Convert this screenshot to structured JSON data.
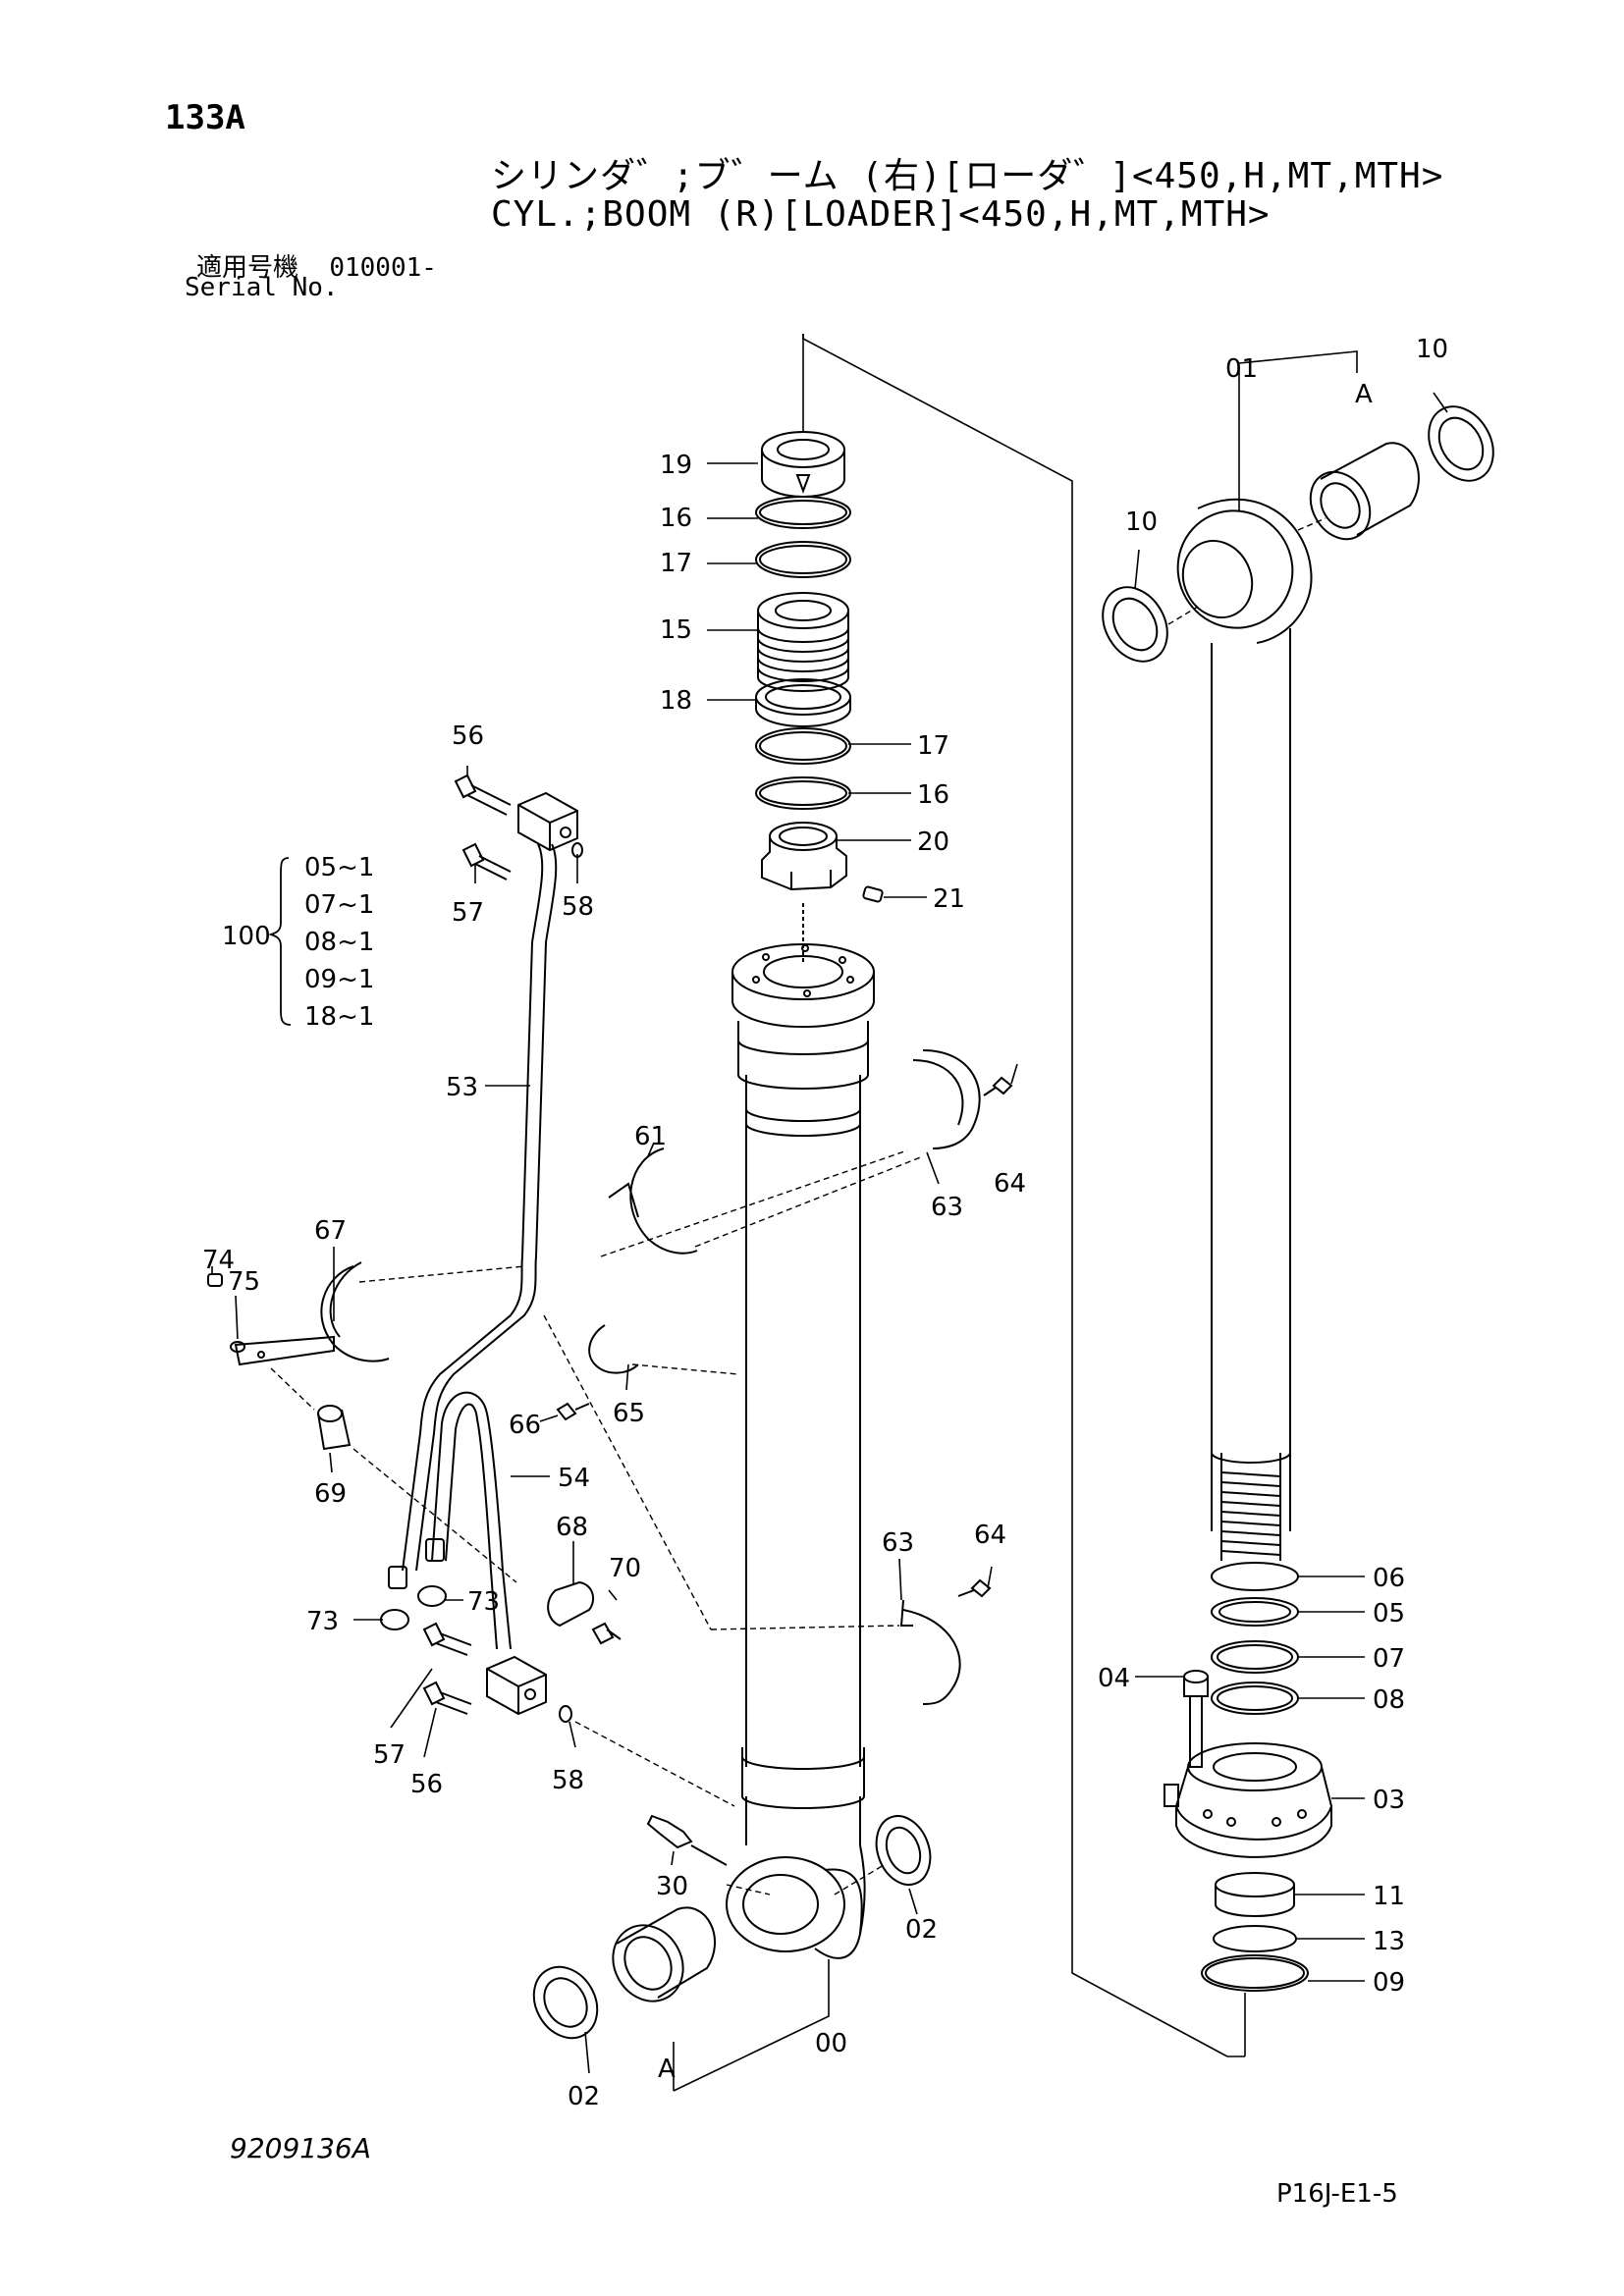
{
  "header": {
    "page_code": "133A",
    "title_jp": "シリンダ゛;ブ゛ーム (右)[ローダ゛]<450,H,MT,MTH>",
    "title_en": "CYL.;BOOM (R)[LOADER]<450,H,MT,MTH>",
    "serial_label_jp": "適用号機",
    "serial_value": "010001-",
    "serial_label_en": "Serial No."
  },
  "footer": {
    "doc_id": "9209136A",
    "page_ref": "P16J-E1-5"
  },
  "kit": {
    "label": "100",
    "items": [
      "05~1",
      "07~1",
      "08~1",
      "09~1",
      "18~1"
    ]
  },
  "callouts": {
    "c19": "19",
    "c16a": "16",
    "c17a": "17",
    "c15": "15",
    "c18": "18",
    "c17b": "17",
    "c16b": "16",
    "c20": "20",
    "c21": "21",
    "c01": "01",
    "c10a": "10",
    "c10b": "10",
    "cA1": "A",
    "cA2": "A",
    "c56a": "56",
    "c57a": "57",
    "c58a": "58",
    "c53": "53",
    "c61": "61",
    "c63a": "63",
    "c64a": "64",
    "c67": "67",
    "c74": "74",
    "c75": "75",
    "c66": "66",
    "c65": "65",
    "c69": "69",
    "c54": "54",
    "c68": "68",
    "c70": "70",
    "c73a": "73",
    "c73b": "73",
    "c57b": "57",
    "c56b": "56",
    "c58b": "58",
    "c63b": "63",
    "c64b": "64",
    "c30": "30",
    "c02a": "02",
    "c02b": "02",
    "c00": "00",
    "c06": "06",
    "c05": "05",
    "c07": "07",
    "c08": "08",
    "c04": "04",
    "c03": "03",
    "c11": "11",
    "c13": "13",
    "c09": "09"
  }
}
